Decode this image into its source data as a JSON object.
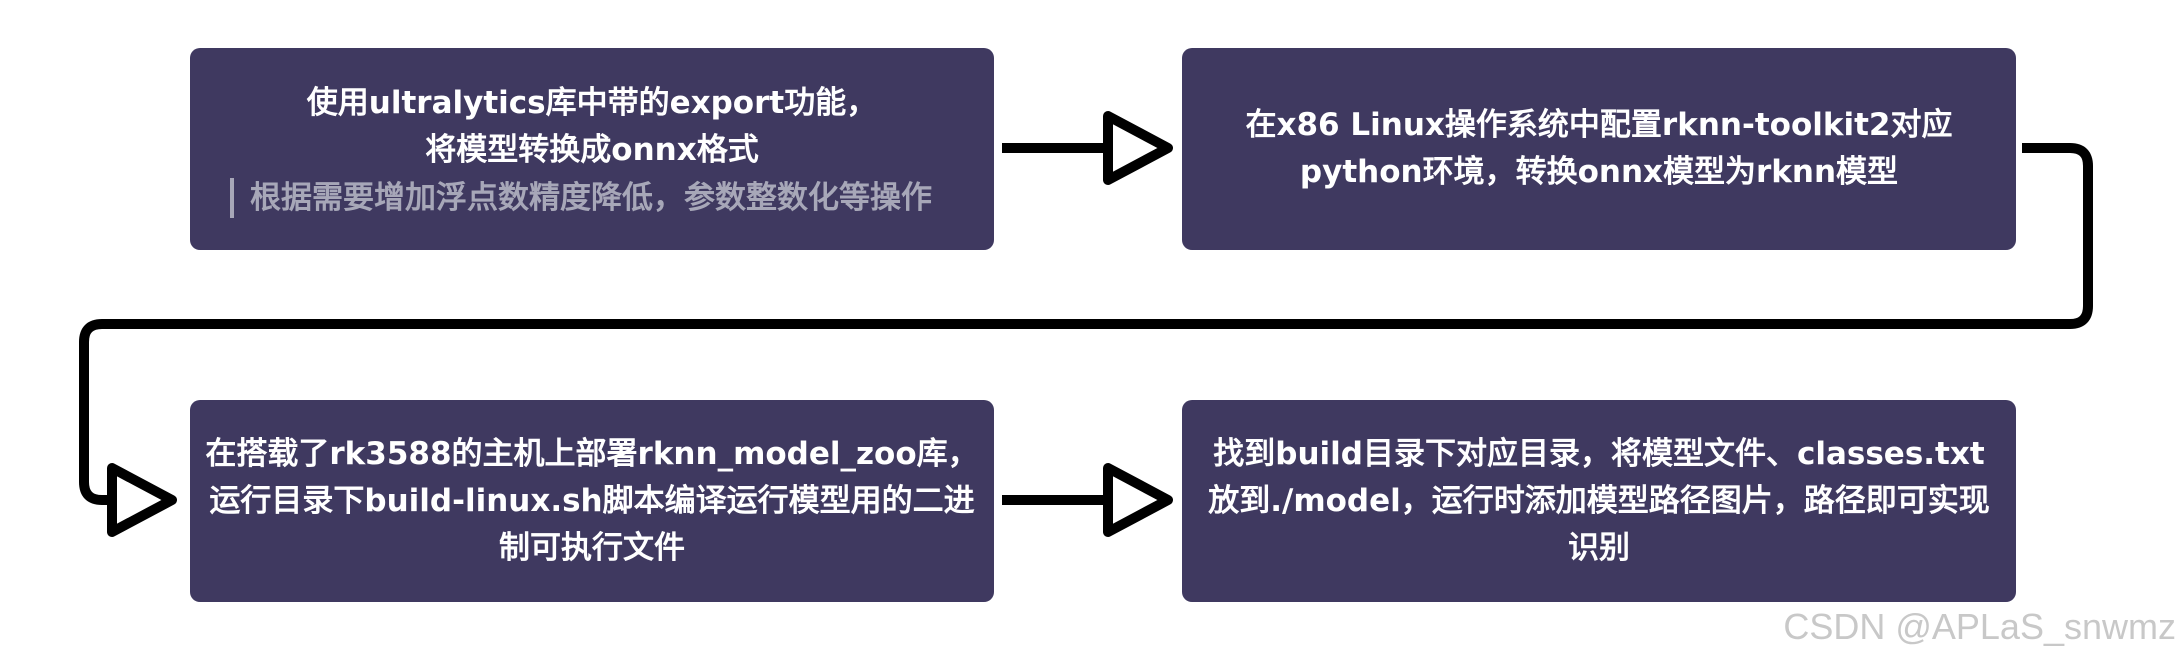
{
  "colors": {
    "node_fill": "#3f3960",
    "node_text": "#ffffff",
    "note_text": "#a7a7b8",
    "connector": "#000000"
  },
  "nodes": [
    {
      "id": "export-model",
      "lines": [
        "使用ultralytics库中带的export功能，",
        "将模型转换成onnx格式"
      ],
      "note": "根据需要增加浮点数精度降低，参数整数化等操作"
    },
    {
      "id": "convert-rknn",
      "lines": [
        "在x86 Linux操作系统中配置rknn-toolkit2对应",
        "python环境，转换onnx模型为rknn模型"
      ]
    },
    {
      "id": "build-binary",
      "lines": [
        "在搭载了rk3588的主机上部署rknn_model_zoo库，",
        "运行目录下build-linux.sh脚本编译运行模型用的二进",
        "制可执行文件"
      ]
    },
    {
      "id": "run-recognition",
      "lines": [
        "找到build目录下对应目录，将模型文件、classes.txt",
        "放到./model，运行时添加模型路径图片，路径即可实现",
        "识别"
      ]
    }
  ],
  "edges": [
    {
      "from": "export-model",
      "to": "convert-rknn"
    },
    {
      "from": "convert-rknn",
      "to": "build-binary"
    },
    {
      "from": "build-binary",
      "to": "run-recognition"
    }
  ],
  "watermark": "CSDN @APLaS_snwmz"
}
